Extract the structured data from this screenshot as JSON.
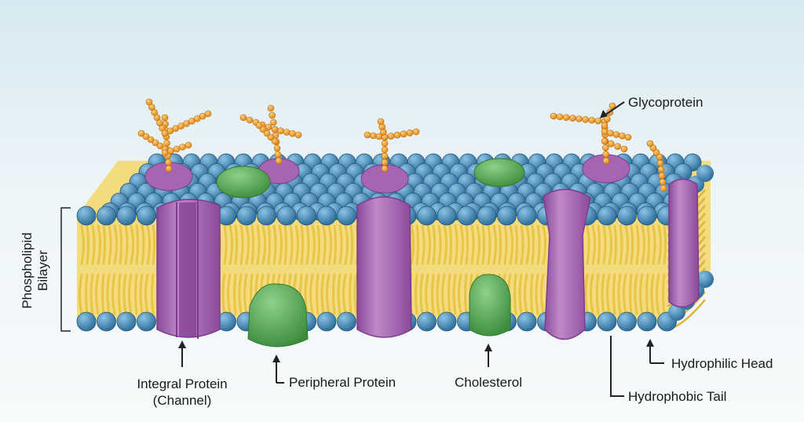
{
  "labels": {
    "glycoprotein": "Glycoprotein",
    "phospholipid_bilayer_line1": "Phospholipid",
    "phospholipid_bilayer_line2": "Bilayer",
    "integral_protein_line1": "Integral Protein",
    "integral_protein_line2": "(Channel)",
    "peripheral_protein": "Peripheral Protein",
    "cholesterol": "Cholesterol",
    "hydrophilic_head": "Hydrophilic Head",
    "hydrophobic_tail": "Hydrophobic Tail"
  },
  "colors": {
    "head": "#3f86b5",
    "tail": "#e8c547",
    "protein": "#a565b0",
    "protein_dark": "#7c3c8c",
    "cholesterol": "#5cae58",
    "carbohydrate": "#f0a033"
  }
}
